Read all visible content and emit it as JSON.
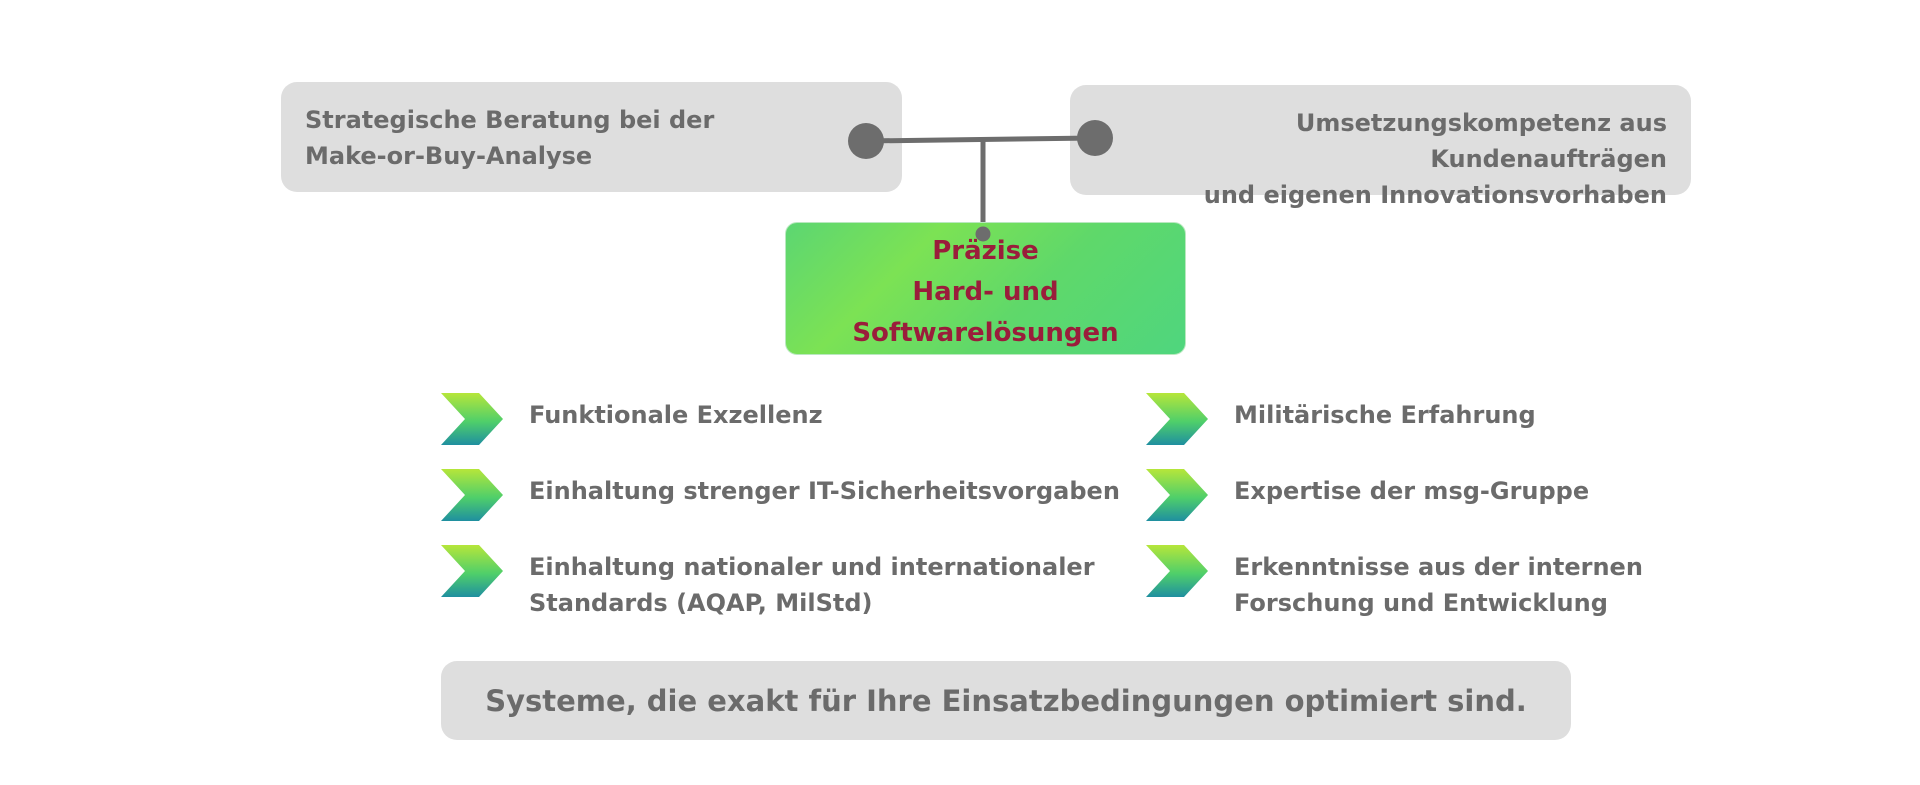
{
  "top_left": {
    "text": "Strategische Beratung bei der\nMake-or-Buy-Analyse"
  },
  "top_right": {
    "text": "Umsetzungskompetenz aus Kundenaufträgen\nund eigenen Innovationsvorhaben"
  },
  "center": {
    "title": "Präzise\nHard- und Softwarelösungen"
  },
  "features_left": [
    {
      "label": "Funktionale Exzellenz",
      "icon": "chevron-right-icon"
    },
    {
      "label": "Einhaltung strenger IT-Sicherheitsvorgaben",
      "icon": "chevron-right-icon"
    },
    {
      "label": "Einhaltung nationaler und internationaler\nStandards (AQAP, MilStd)",
      "icon": "chevron-right-icon"
    }
  ],
  "features_right": [
    {
      "label": "Militärische Erfahrung",
      "icon": "chevron-right-icon"
    },
    {
      "label": "Expertise der msg-Gruppe",
      "icon": "chevron-right-icon"
    },
    {
      "label": "Erkenntnisse aus der internen\nForschung und Entwicklung",
      "icon": "chevron-right-icon"
    }
  ],
  "bottom": {
    "tagline": "Systeme, die exakt für Ihre Einsatzbedingungen optimiert sind."
  },
  "colors": {
    "box_gray": "#dedede",
    "text_gray": "#6b6b6b",
    "connector": "#6d6d6d",
    "center_title": "#9a1d3b",
    "center_green": "#5cd672",
    "chevron_top": "#b6e63a",
    "chevron_bottom": "#1f8fa0"
  }
}
